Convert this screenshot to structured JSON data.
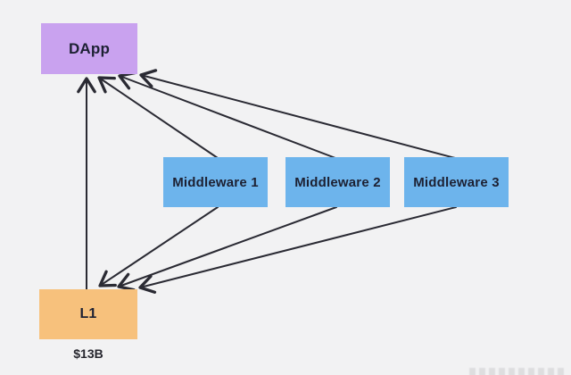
{
  "background_color": "#f2f2f3",
  "diagram": {
    "nodes": {
      "dapp": {
        "label": "DApp",
        "color": "#c9a2ef"
      },
      "middleware1": {
        "label": "Middleware 1",
        "color": "#6db4ec"
      },
      "middleware2": {
        "label": "Middleware 2",
        "color": "#6db4ec"
      },
      "middleware3": {
        "label": "Middleware 3",
        "color": "#6db4ec"
      },
      "l1": {
        "label": "L1",
        "color": "#f7c17c",
        "caption": "$13B"
      }
    },
    "edges": [
      {
        "from": "L1",
        "to": "DApp"
      },
      {
        "from": "Middleware 1",
        "to": "DApp"
      },
      {
        "from": "Middleware 2",
        "to": "DApp"
      },
      {
        "from": "Middleware 3",
        "to": "DApp"
      },
      {
        "from": "Middleware 1",
        "to": "L1"
      },
      {
        "from": "Middleware 2",
        "to": "L1"
      },
      {
        "from": "Middleware 3",
        "to": "L1"
      }
    ],
    "arrow_color": "#2a2a33",
    "text_color": "#1d2133"
  }
}
